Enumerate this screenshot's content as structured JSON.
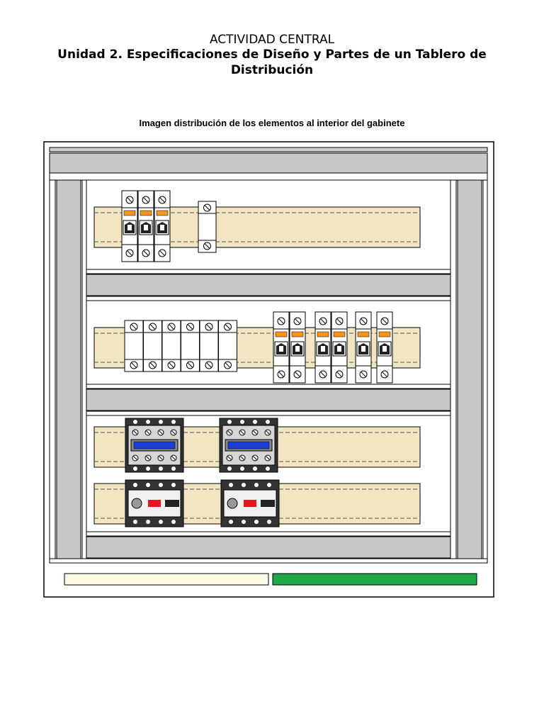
{
  "document": {
    "heading": "ACTIVIDAD CENTRAL",
    "subheading": "Unidad 2. Especificaciones de Diseño y Partes de un Tablero de Distribución",
    "caption": "Imagen distribución de los elementos al interior del gabinete"
  },
  "colors": {
    "frame": "#c8c8c8",
    "din_rail": "#f2e6c2",
    "breaker_handle": "#f7941d",
    "contactor_display": "#1a3fd6",
    "relay_red": "#e8141e",
    "label_strip": "#fffbe6",
    "ground_bar": "#1ea84a"
  },
  "components": {
    "row1": [
      "three-pole-breaker",
      "single-terminal"
    ],
    "row2": [
      "six-terminal-blocks",
      "two-pole-breaker",
      "two-pole-breaker",
      "single-pole-breaker",
      "single-pole-breaker"
    ],
    "row3": [
      "contactor",
      "contactor"
    ],
    "row4": [
      "thermal-overload-relay",
      "thermal-overload-relay"
    ]
  }
}
